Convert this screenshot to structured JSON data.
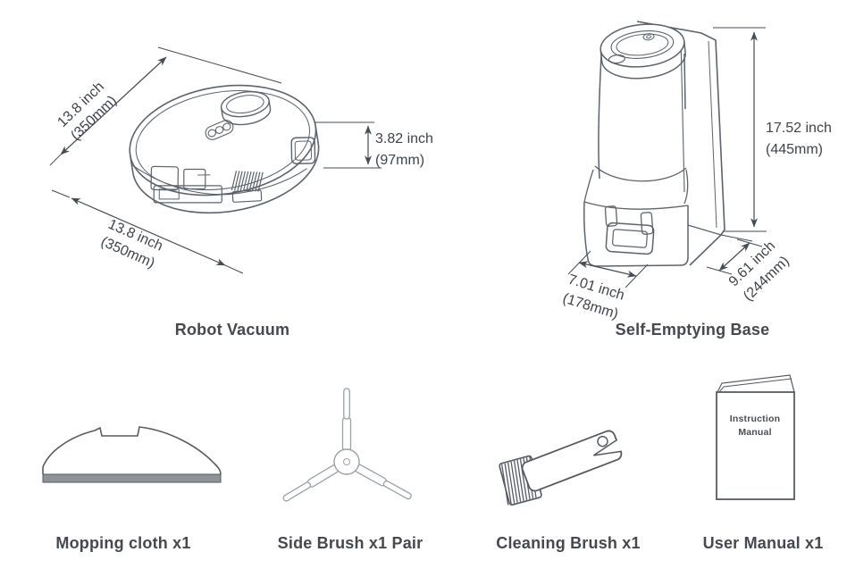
{
  "diagram": {
    "robot": {
      "label": "Robot Vacuum",
      "dim_width_left": {
        "line1": "13.8 inch",
        "line2": "(350mm)"
      },
      "dim_width_front": {
        "line1": "13.8 inch",
        "line2": "(350mm)"
      },
      "dim_height": {
        "line1": "3.82 inch",
        "line2": "(97mm)"
      }
    },
    "base": {
      "label": "Self-Emptying Base",
      "dim_height": {
        "line1": "17.52 inch",
        "line2": "(445mm)"
      },
      "dim_width": {
        "line1": "7.01 inch",
        "line2": "(178mm)"
      },
      "dim_depth": {
        "line1": "9.61 inch",
        "line2": "(244mm)"
      }
    }
  },
  "accessories": {
    "mopping_cloth": {
      "label": "Mopping cloth x1"
    },
    "side_brush": {
      "label": "Side Brush x1 Pair"
    },
    "cleaning_brush": {
      "label": "Cleaning Brush x1"
    },
    "user_manual": {
      "label": "User Manual x1",
      "cover": {
        "line1": "Instruction",
        "line2": "Manual"
      }
    }
  },
  "colors": {
    "ink": "#3f444c",
    "label_ink": "#45494f",
    "line_art": "#5c636b",
    "light_art": "#9aa1a8",
    "dim_line": "#464c55",
    "mop_band": "#8f9398"
  }
}
